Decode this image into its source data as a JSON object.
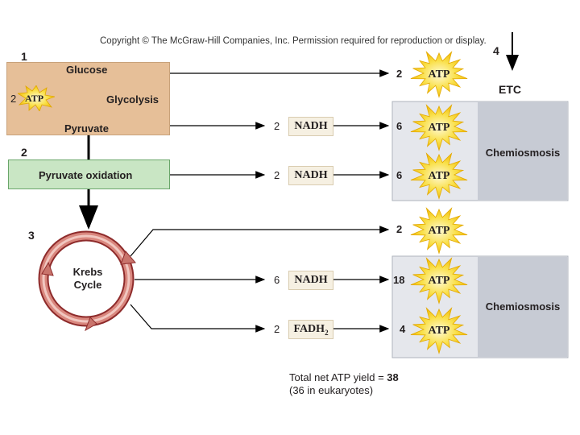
{
  "header": {
    "copyright": "Copyright © The McGraw-Hill Companies, Inc. Permission required for reproduction or display."
  },
  "markers": {
    "m1": "1",
    "m2": "2",
    "m3": "3",
    "m4": "4"
  },
  "etc_label": "ETC",
  "glycolysis": {
    "glucose": "Glucose",
    "pyruvate": "Pyruvate",
    "stage": "Glycolysis",
    "atp_invest_count": "2",
    "atp_label": "ATP"
  },
  "pyruvate_oxidation": {
    "label": "Pyruvate oxidation"
  },
  "krebs": {
    "line1": "Krebs",
    "line2": "Cycle"
  },
  "carriers": {
    "nadh_glyco": {
      "count": "2",
      "label": "NADH"
    },
    "nadh_pyox": {
      "count": "2",
      "label": "NADH"
    },
    "nadh_krebs": {
      "count": "6",
      "label": "NADH"
    },
    "fadh_krebs": {
      "count": "2",
      "label": "FADH",
      "subscript": "2"
    }
  },
  "atp_yields": {
    "glycolysis": "2",
    "nadh_glyco": "6",
    "nadh_pyox": "6",
    "krebs_direct": "2",
    "nadh_krebs": "18",
    "fadh_krebs": "4",
    "atp_label": "ATP"
  },
  "chemiosmosis": {
    "top": "Chemiosmosis",
    "bottom": "Chemiosmosis"
  },
  "total": {
    "prefix": "Total net ATP yield = ",
    "value": "38",
    "note": "(36 in eukaryotes)"
  },
  "colors": {
    "glycolysis_fill": "#e6bf98",
    "pyruvate_ox_fill": "#c9e6c4",
    "krebs_ring": "#c9746c",
    "atp_burst": "#f6d21a",
    "chemiosmosis_dark": "#c7cbd4"
  }
}
